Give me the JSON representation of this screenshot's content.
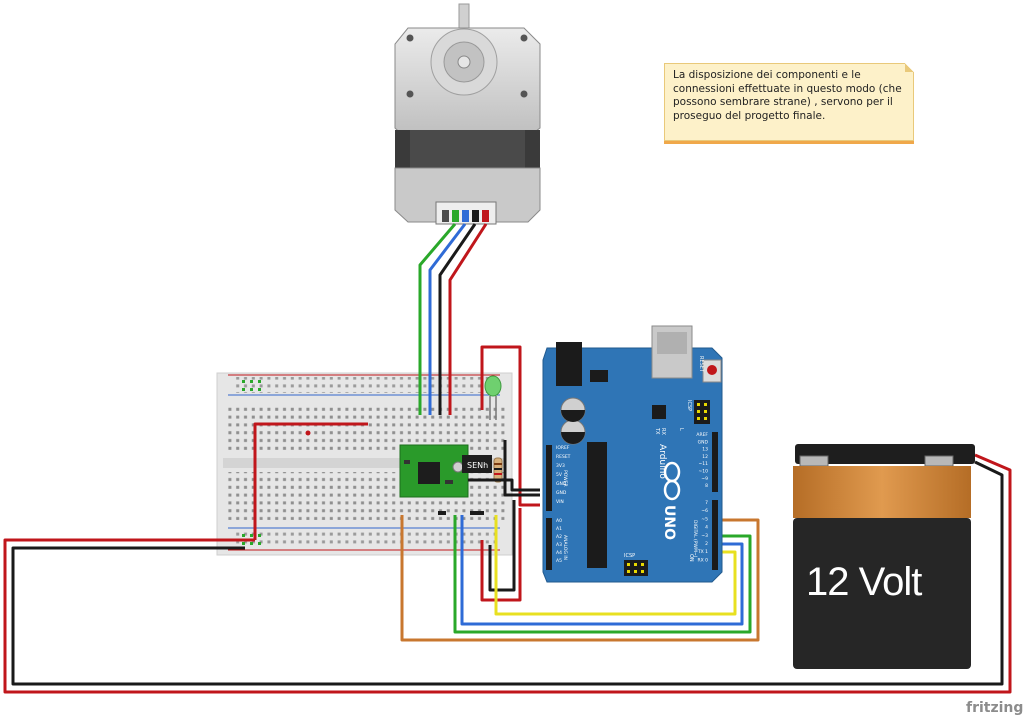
{
  "note": {
    "text": "La disposizione dei componenti e le connessioni effettuate in questo modo (che possono sembrare strane) , servono per il proseguo del progetto finale."
  },
  "battery": {
    "label": "12 Volt"
  },
  "arduino": {
    "brand": "Arduino",
    "model": "UNO",
    "reset_label": "RESET",
    "icsp_label": "ICSP",
    "on_label": "ON",
    "tx_label": "TX",
    "rx_label": "RX",
    "l_label": "L",
    "pin_labels_left": [
      "IOREF",
      "RESET",
      "3V3",
      "5V",
      "GND",
      "GND",
      "VIN",
      "A0",
      "A1",
      "A2",
      "A3",
      "A4",
      "A5"
    ],
    "pin_labels_right": [
      "AREF",
      "GND",
      "13",
      "12",
      "~11",
      "~10",
      "~9",
      "8",
      "7",
      "~6",
      "~5",
      "4",
      "~3",
      "2",
      "TX 1",
      "RX 0"
    ],
    "power_header_label": "POWER",
    "analog_header_label": "ANALOG IN",
    "digital_header_label": "DIGITAL (PWM~)"
  },
  "driver": {
    "label": "SENh"
  },
  "watermark": {
    "text": "fritzing"
  },
  "colors": {
    "wire_red": "#c0161b",
    "wire_black": "#1a1a1a",
    "wire_green": "#2aa82a",
    "wire_blue": "#2f6bd6",
    "wire_orange": "#c8772f",
    "wire_yellow": "#e8e020",
    "arduino_blue": "#2f75b6",
    "driver_green": "#2a9a2a",
    "battery_orange": "#d48a3a",
    "battery_black": "#262626"
  }
}
